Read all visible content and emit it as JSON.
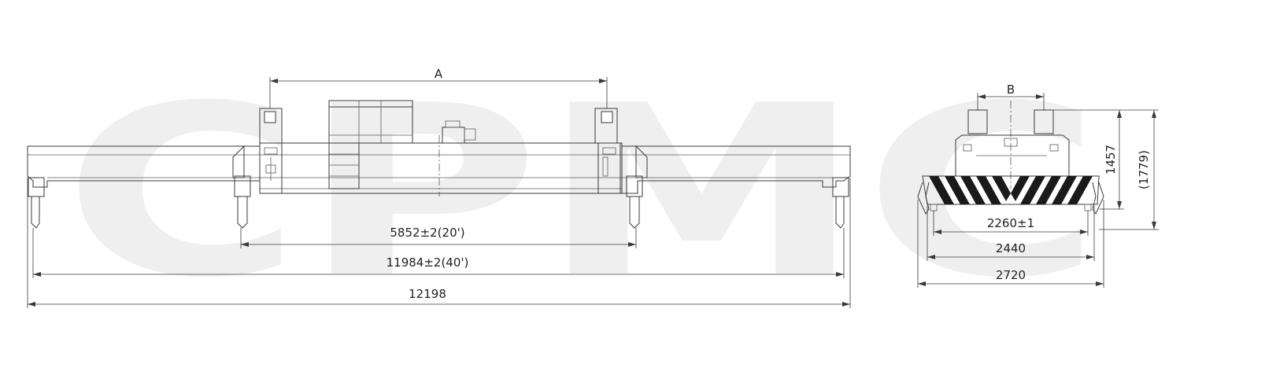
{
  "watermark": "CPMC",
  "side_view": {
    "dim_A": "A",
    "dim_20ft": "5852±2(20')",
    "dim_40ft": "11984±2(40')",
    "dim_overall": "12198"
  },
  "end_view": {
    "dim_B": "B",
    "dim_2260": "2260±1",
    "dim_2440": "2440",
    "dim_2720": "2720",
    "dim_1457": "1457",
    "dim_1779": "(1779)"
  },
  "colors": {
    "line": "#3a3a3a",
    "watermark": "#efefef",
    "hatch": "#1a1a1a"
  }
}
